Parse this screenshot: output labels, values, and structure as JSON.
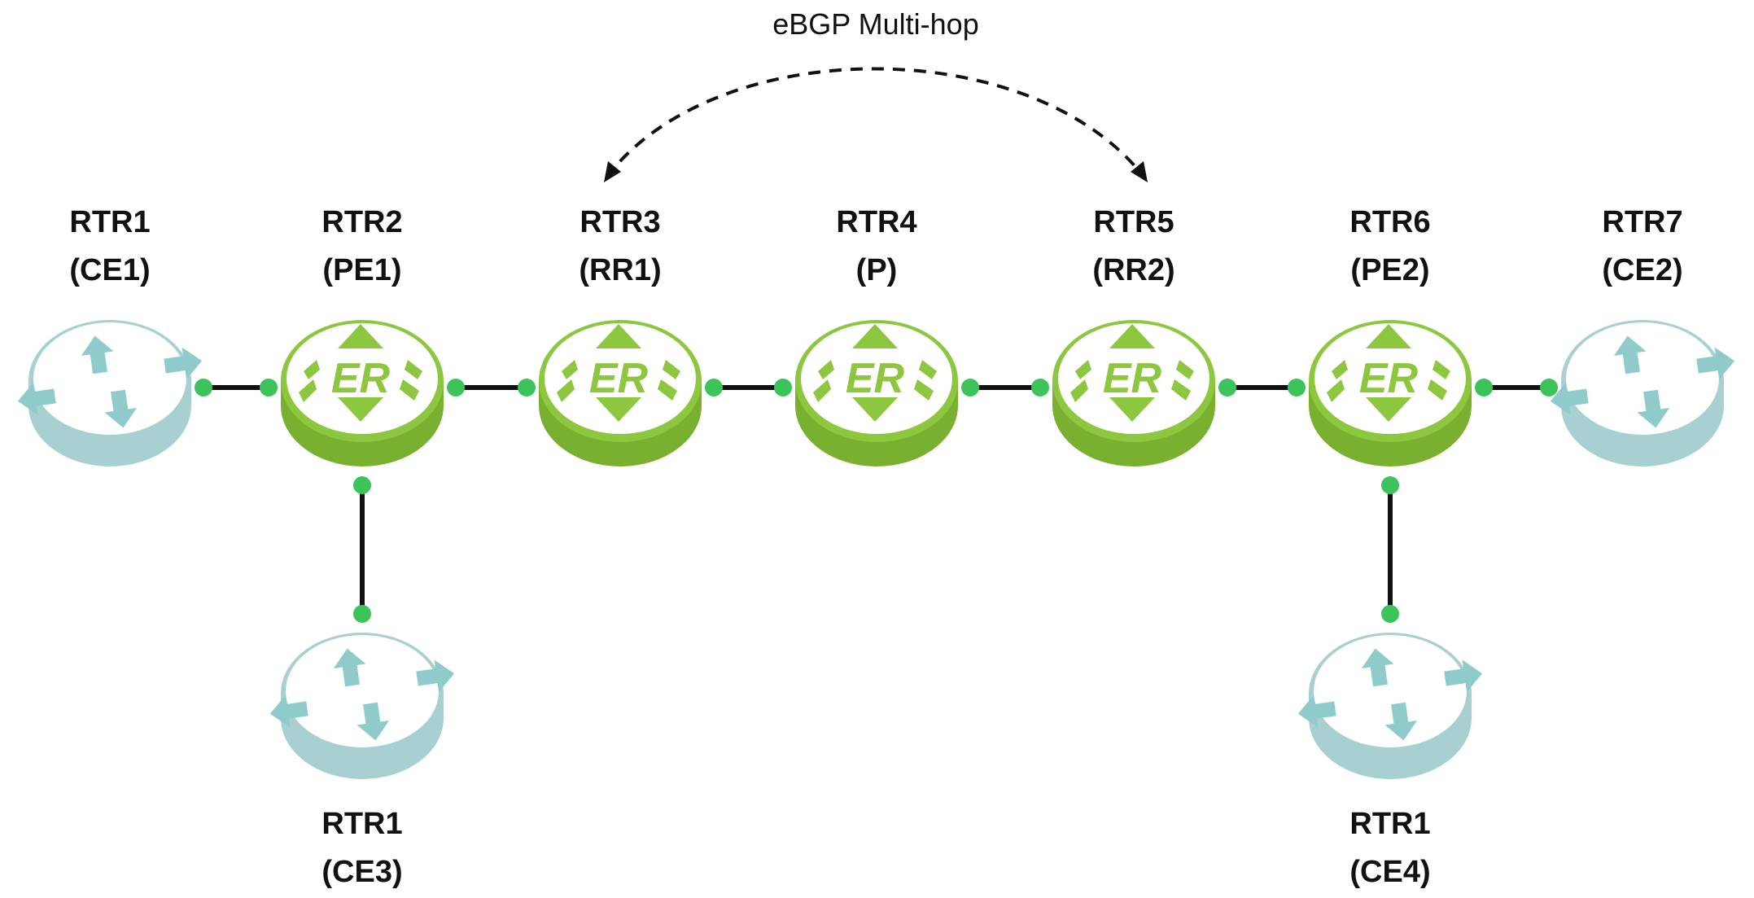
{
  "annotation": {
    "label": "eBGP Multi-hop"
  },
  "colors": {
    "ce_router_top": "#ffffff",
    "ce_router_body": "#a8d0d0",
    "ce_arrow": "#8fcbcb",
    "er_router_body": "#8dc63f",
    "er_router_dark": "#79b02f",
    "er_glyph": "#8dc63f",
    "link": "#111111",
    "port": "#3cc35a"
  },
  "icons": {
    "ce": "router-arrows-icon",
    "er": "er-router-icon"
  },
  "nodes": [
    {
      "id": "rtr1_ce1",
      "name": "RTR1",
      "role": "(CE1)",
      "type": "ce",
      "er_text": ""
    },
    {
      "id": "rtr2",
      "name": "RTR2",
      "role": "(PE1)",
      "type": "er",
      "er_text": "ER"
    },
    {
      "id": "rtr3",
      "name": "RTR3",
      "role": "(RR1)",
      "type": "er",
      "er_text": "ER"
    },
    {
      "id": "rtr4",
      "name": "RTR4",
      "role": "(P)",
      "type": "er",
      "er_text": "ER"
    },
    {
      "id": "rtr5",
      "name": "RTR5",
      "role": "(RR2)",
      "type": "er",
      "er_text": "ER"
    },
    {
      "id": "rtr6",
      "name": "RTR6",
      "role": "(PE2)",
      "type": "er",
      "er_text": "ER"
    },
    {
      "id": "rtr7",
      "name": "RTR7",
      "role": "(CE2)",
      "type": "ce",
      "er_text": ""
    },
    {
      "id": "rtr1_ce3",
      "name": "RTR1",
      "role": "(CE3)",
      "type": "ce",
      "er_text": ""
    },
    {
      "id": "rtr1_ce4",
      "name": "RTR1",
      "role": "(CE4)",
      "type": "ce",
      "er_text": ""
    }
  ],
  "links": [
    {
      "from": "rtr1_ce1",
      "to": "rtr2"
    },
    {
      "from": "rtr2",
      "to": "rtr3"
    },
    {
      "from": "rtr3",
      "to": "rtr4"
    },
    {
      "from": "rtr4",
      "to": "rtr5"
    },
    {
      "from": "rtr5",
      "to": "rtr6"
    },
    {
      "from": "rtr6",
      "to": "rtr7"
    },
    {
      "from": "rtr2",
      "to": "rtr1_ce3"
    },
    {
      "from": "rtr6",
      "to": "rtr1_ce4"
    }
  ],
  "session": {
    "from": "rtr3",
    "to": "rtr5",
    "style": "dashed",
    "bidirectional": true
  }
}
